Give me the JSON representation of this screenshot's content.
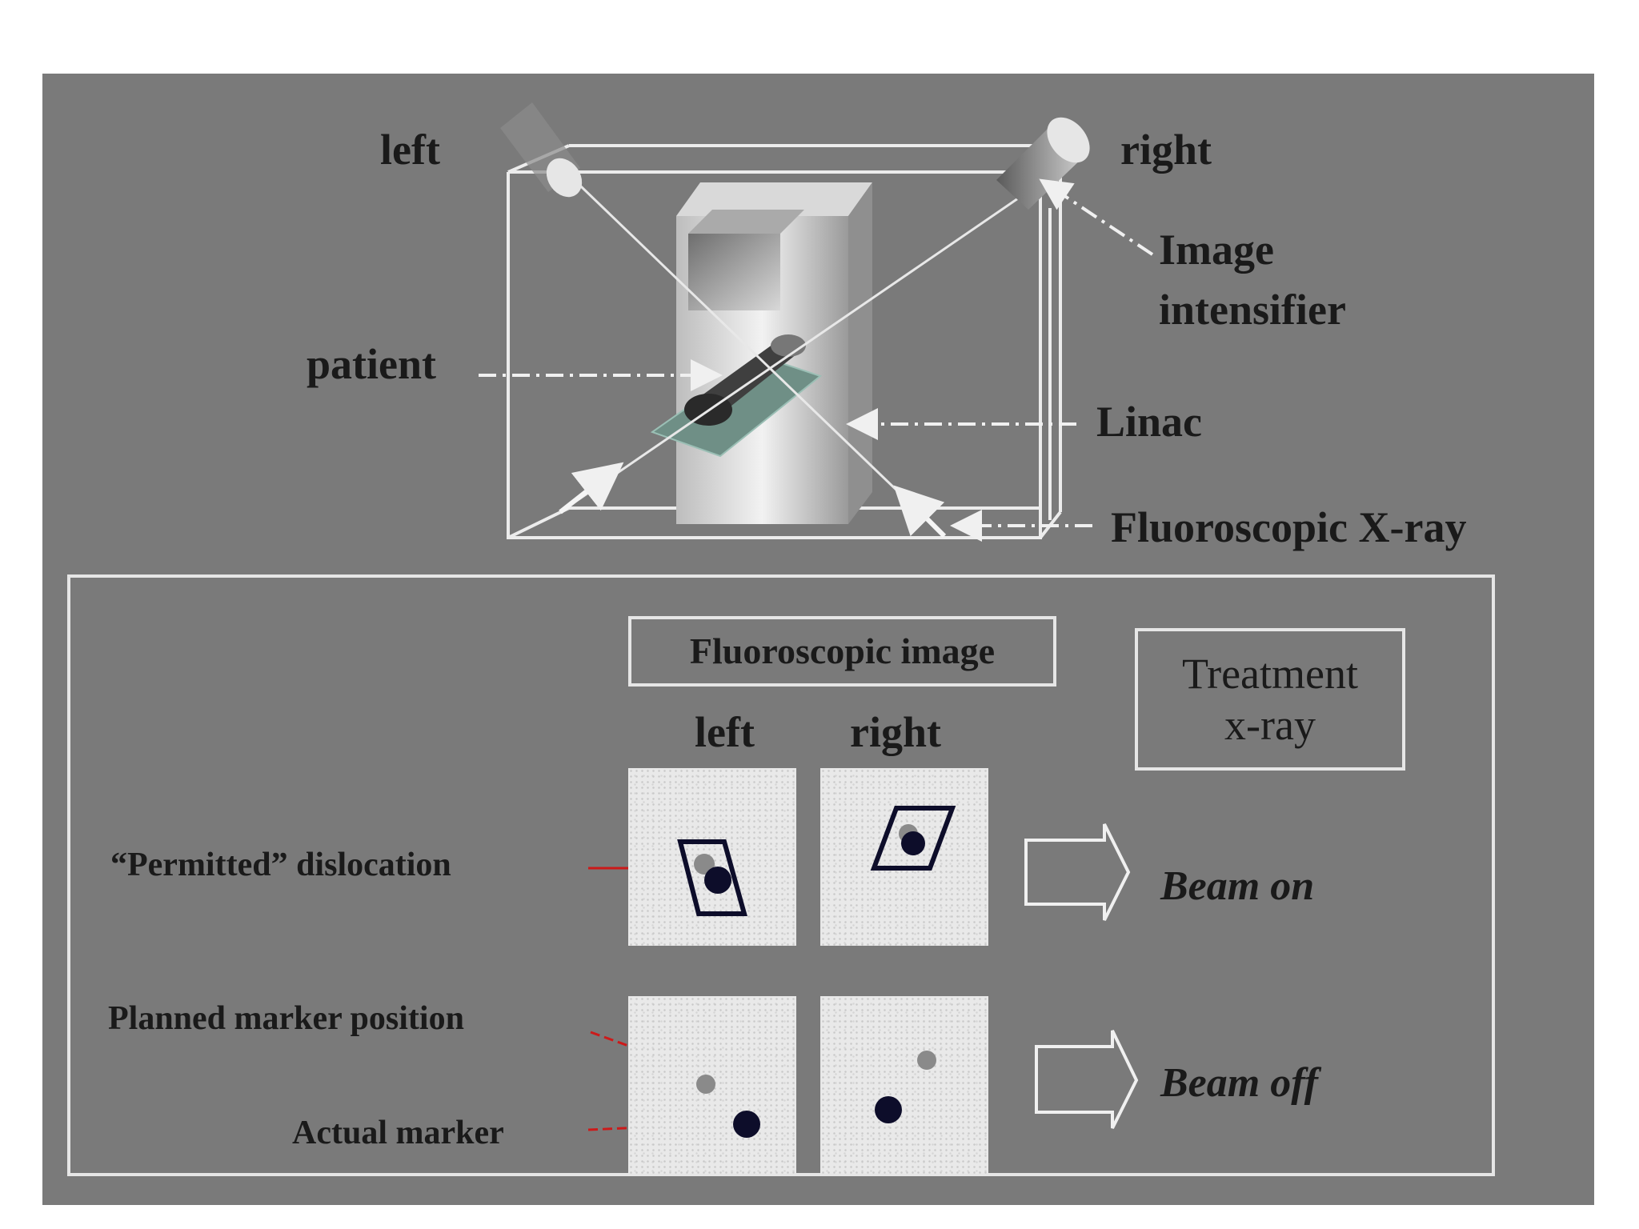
{
  "top": {
    "left": "left",
    "right": "right",
    "image_intensifier_line1": "Image",
    "image_intensifier_line2": "intensifier",
    "patient": "patient",
    "linac": "Linac",
    "fluoroscopic_xray": "Fluoroscopic X-ray"
  },
  "bottom": {
    "fluoroscopic_image": "Fluoroscopic image",
    "col_left": "left",
    "col_right": "right",
    "treatment_line1": "Treatment",
    "treatment_line2": "x-ray",
    "permitted_dislocation": "“Permitted” dislocation",
    "planned_marker_position": "Planned marker position",
    "actual_marker": "Actual marker",
    "beam_on": "Beam on",
    "beam_off": "Beam off"
  },
  "colors": {
    "background": "#7a7a7a",
    "outline": "#e6e6e6",
    "marker_actual": "#0d0d2a",
    "marker_planned": "#8a8a8a",
    "pointer_arrow": "#cc1a1a"
  }
}
